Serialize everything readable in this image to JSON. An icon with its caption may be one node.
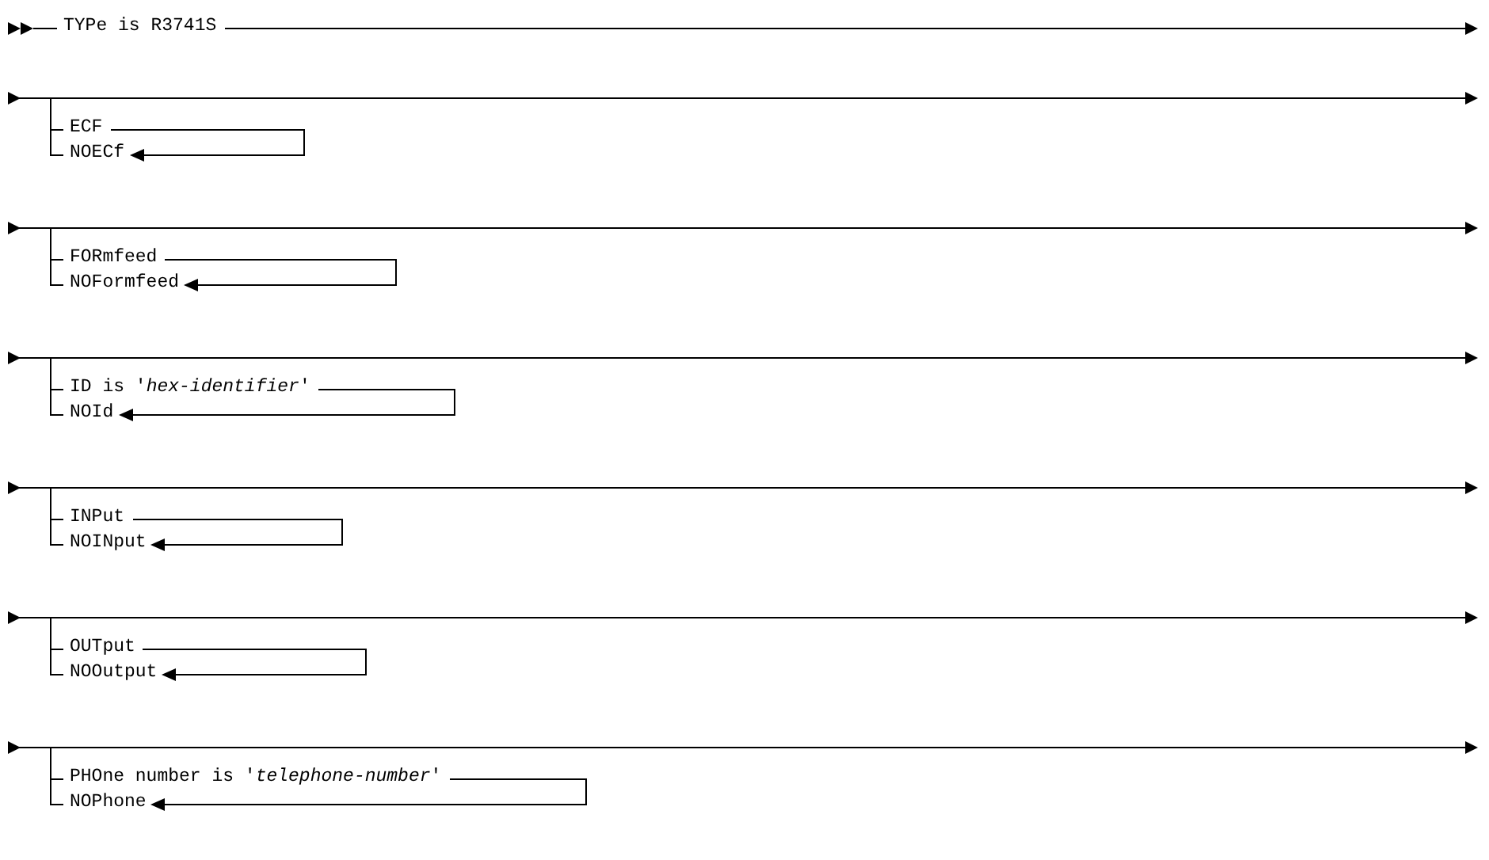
{
  "diagram": {
    "nodes": [
      {
        "text": [
          "ECF"
        ]
      },
      {
        "text": [
          "NOECf"
        ]
      },
      {
        "text": [
          "FORmfeed"
        ]
      },
      {
        "text": [
          "NOFormfeed"
        ]
      },
      {
        "text": [
          "ID is '*hex-identifier*'"
        ]
      },
      {
        "text": [
          "NOId"
        ]
      },
      {
        "text": [
          "INPut"
        ]
      },
      {
        "text": [
          "NOINput"
        ]
      },
      {
        "text": [
          "OUTput"
        ]
      },
      {
        "text": [
          "NOOutput"
        ]
      },
      {
        "text": [
          "PHOne number is '*telephone-number*'"
        ]
      },
      {
        "text": [
          "NOPhone"
        ]
      }
    ],
    "edges": [
      {
        "from": null,
        "to": 0,
        "arrow": "none"
      },
      {
        "from": 0,
        "to": 1,
        "arrow": "none"
      },
      {
        "from": 0,
        "to": 1,
        "arrow": "to"
      },
      {
        "from": null,
        "to": 2,
        "arrow": "none"
      },
      {
        "from": 2,
        "to": 3,
        "arrow": "none"
      },
      {
        "from": 2,
        "to": 3,
        "arrow": "to"
      },
      {
        "from": null,
        "to": 4,
        "arrow": "none"
      },
      {
        "from": 4,
        "to": 5,
        "arrow": "none"
      },
      {
        "from": 4,
        "to": 5,
        "arrow": "to"
      },
      {
        "from": null,
        "to": 6,
        "arrow": "none"
      },
      {
        "from": 6,
        "to": 7,
        "arrow": "none"
      },
      {
        "from": 6,
        "to": 7,
        "arrow": "to"
      },
      {
        "from": null,
        "to": 8,
        "arrow": "none"
      },
      {
        "from": 8,
        "to": 9,
        "arrow": "none"
      },
      {
        "from": 8,
        "to": 9,
        "arrow": "to"
      },
      {
        "from": null,
        "to": 10,
        "arrow": "none"
      },
      {
        "from": 10,
        "to": 11,
        "arrow": "none"
      },
      {
        "from": 10,
        "to": 11,
        "arrow": "to"
      }
    ],
    "labels": [
      "TYPe is R3741S"
    ]
  }
}
